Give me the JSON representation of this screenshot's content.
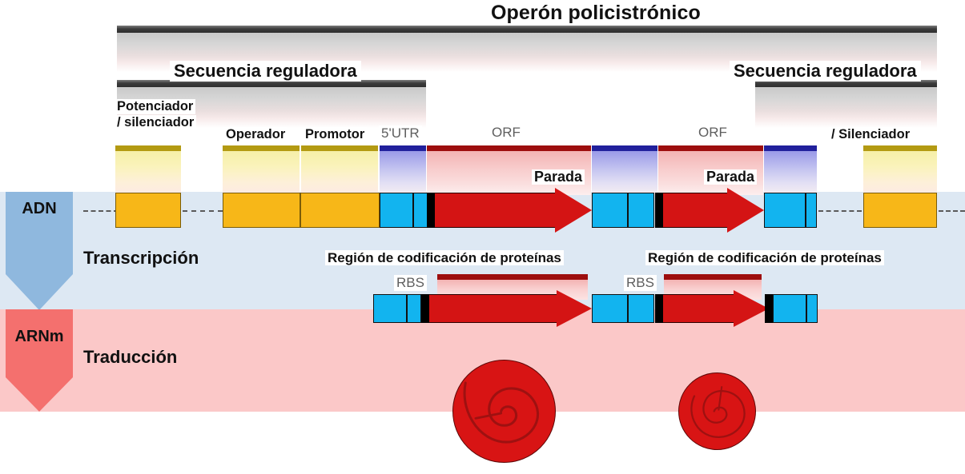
{
  "diagram": {
    "title": "Operón policistrónico",
    "regulatory_left_label": "Secuencia reguladora",
    "regulatory_right_label": "Secuencia reguladora"
  },
  "dna_row": {
    "label": "ADN",
    "process_label": "Transcripción",
    "elements": [
      {
        "name": "enhancer-silencer",
        "label": "Potenciador\n/ silenciador",
        "label_line1": "Potenciador",
        "label_line2": "/ silenciador",
        "color": "#f7b718"
      },
      {
        "name": "operator",
        "label": "Operador",
        "color": "#f7b718"
      },
      {
        "name": "promoter",
        "label": "Promotor",
        "color": "#f7b718"
      },
      {
        "name": "five-prime-utr",
        "label": "5'UTR",
        "color": "#12b4ef"
      },
      {
        "name": "orf-1",
        "label": "ORF",
        "color": "#d41414"
      },
      {
        "name": "orf-2",
        "label": "ORF",
        "color": "#d41414"
      },
      {
        "name": "silencer-right",
        "label": "/ Silenciador",
        "color": "#f7b718"
      }
    ],
    "stop_labels": [
      "Parada",
      "Parada"
    ]
  },
  "rna_row": {
    "label": "ARNm",
    "process_label": "Traducción",
    "rbs_labels": [
      "RBS",
      "RBS"
    ],
    "coding_labels": [
      "Región de codificación de proteínas",
      "Región de codificación de proteínas"
    ]
  },
  "colors": {
    "dna_band": "#dde8f3",
    "rna_band": "#fbc8c8",
    "dna_arrow": "#8fb8de",
    "rna_arrow": "#f4706e",
    "orange": "#f7b718",
    "cyan": "#12b4ef",
    "red": "#d41414",
    "olive": "#b39a12",
    "blue": "#21209c",
    "dark_red": "#9d0e0e",
    "bracket": "#3c3c3c"
  }
}
